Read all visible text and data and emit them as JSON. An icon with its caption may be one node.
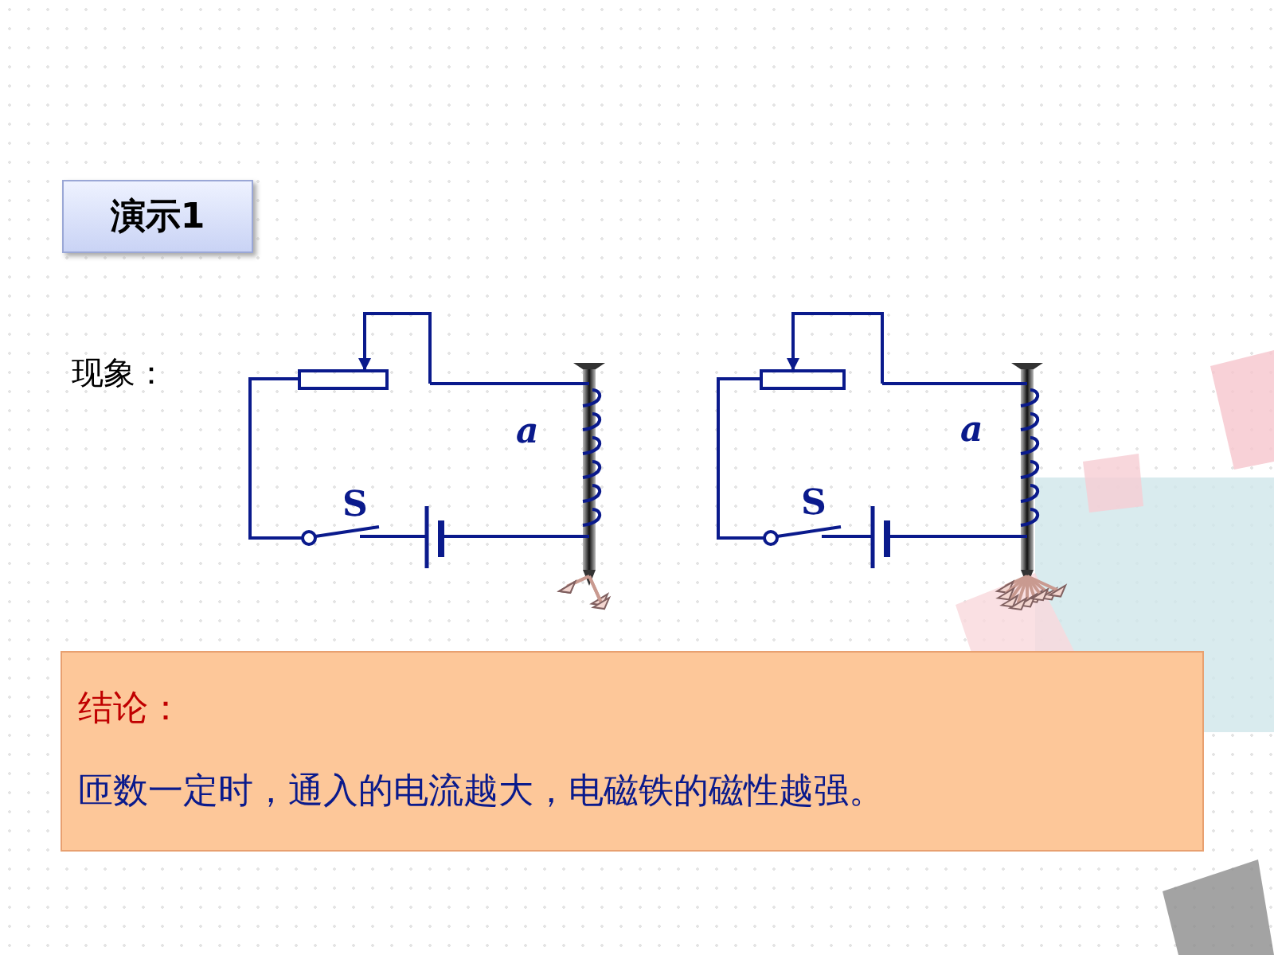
{
  "diagram": {
    "nodes": [
      {
        "text": [
          "演示1"
        ]
      },
      {
        "text": [
          "结论：",
          "匝数一定时，通入的电流越大，电磁铁的磁性越强。"
        ]
      }
    ],
    "labels": [
      "现象：",
      "a",
      "S",
      "a",
      "S"
    ]
  }
}
